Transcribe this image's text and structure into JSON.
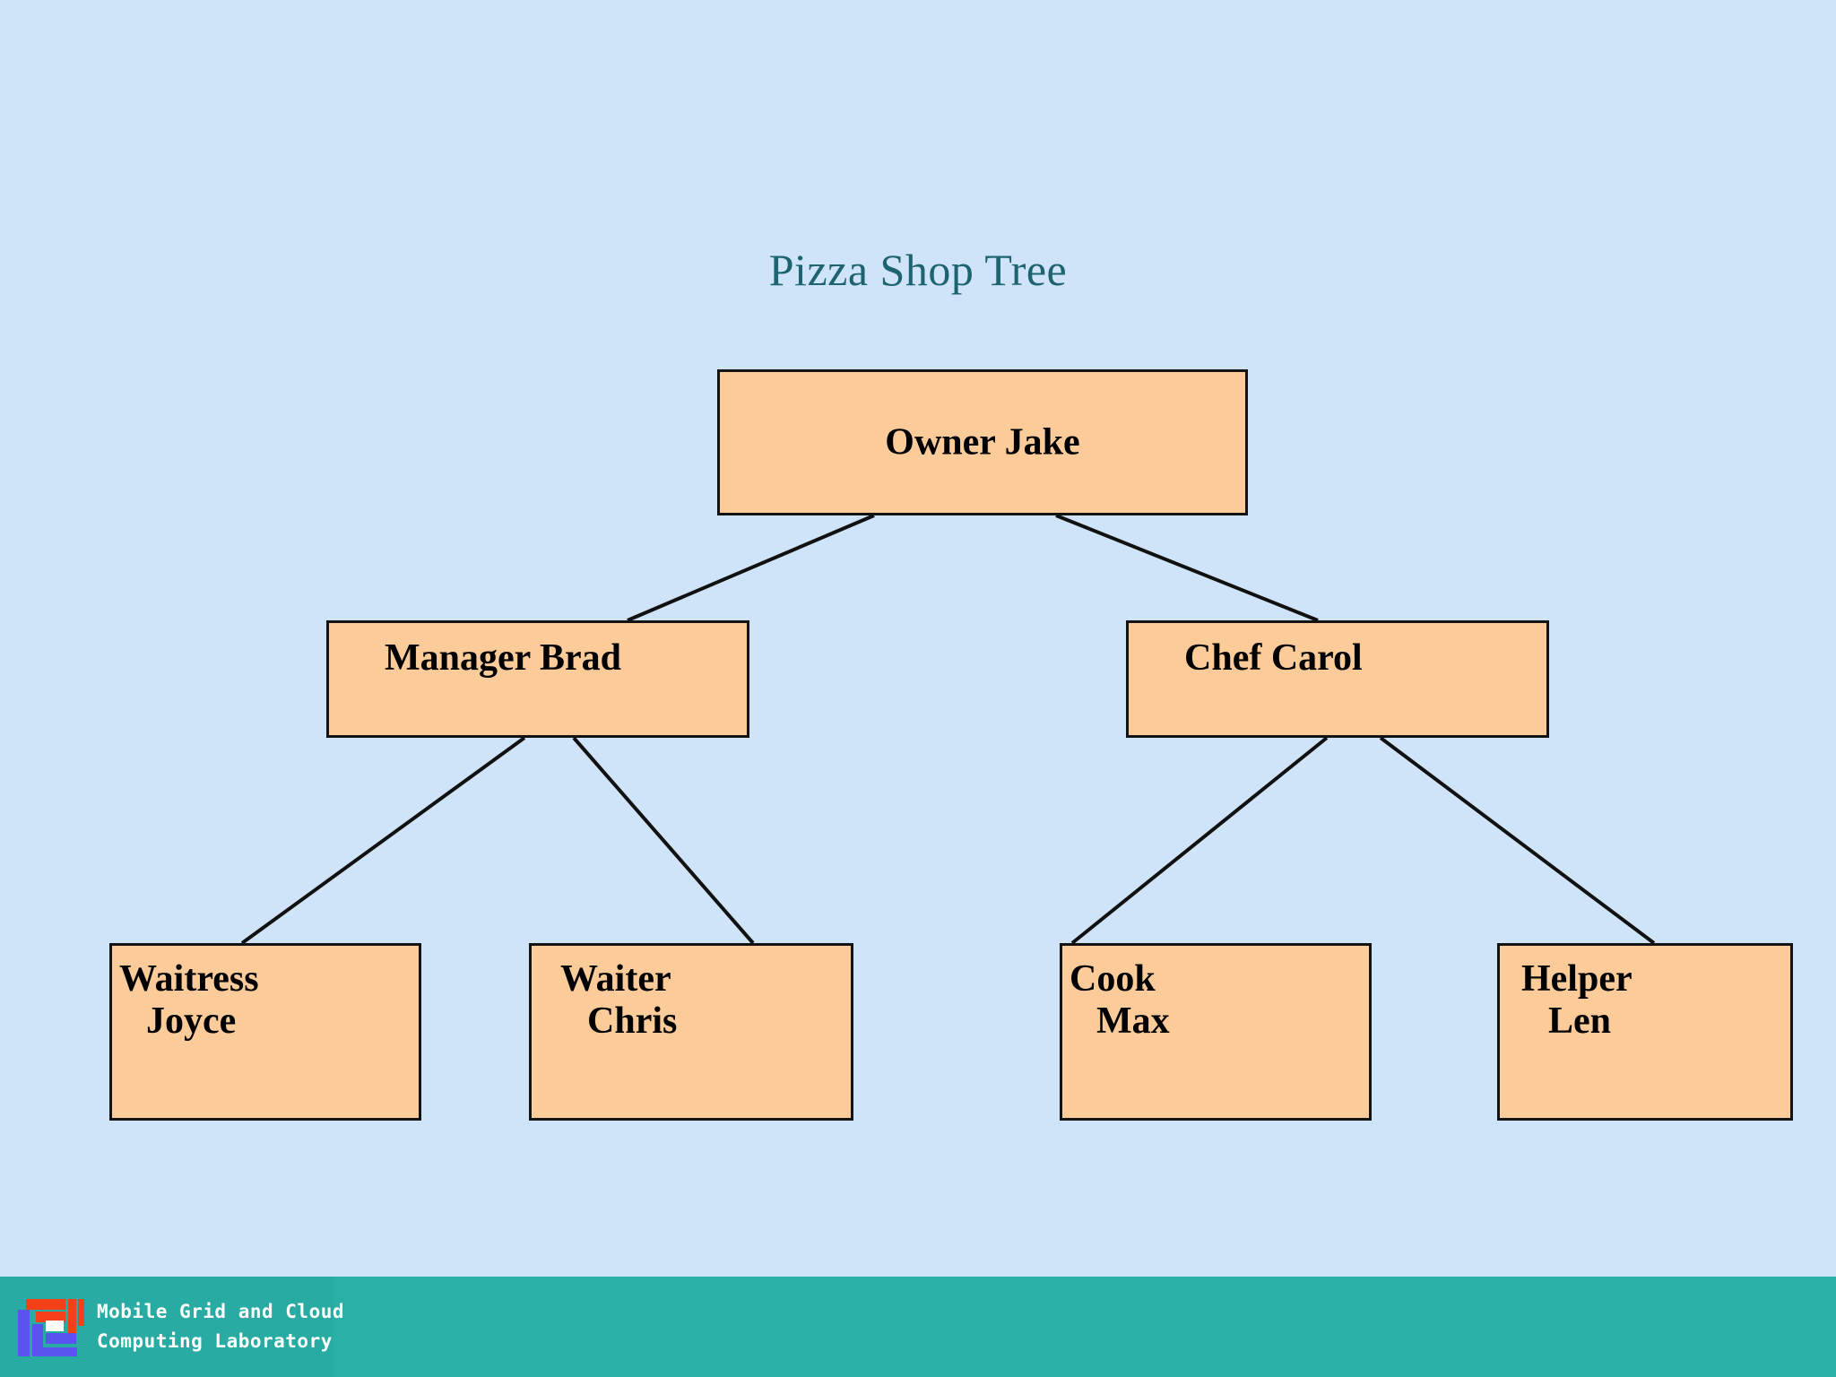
{
  "page": {
    "background_color": "#cfe4f9",
    "title": "Pizza Shop Tree",
    "title_color": "#1e6470"
  },
  "diagram": {
    "type": "tree",
    "node_fill": "#fbcb9a",
    "node_border": "#131313",
    "edge_color": "#111111",
    "nodes": [
      {
        "id": "root",
        "line1": "Owner Jake",
        "line2": "",
        "level": 0
      },
      {
        "id": "manager",
        "line1": "Manager Brad",
        "line2": "",
        "level": 1
      },
      {
        "id": "chef",
        "line1": "Chef Carol",
        "line2": "",
        "level": 1
      },
      {
        "id": "waitress",
        "line1": "Waitress",
        "line2": "Joyce",
        "level": 2
      },
      {
        "id": "waiter",
        "line1": "Waiter",
        "line2": "Chris",
        "level": 2
      },
      {
        "id": "cook",
        "line1": "Cook",
        "line2": "Max",
        "level": 2
      },
      {
        "id": "helper",
        "line1": "Helper",
        "line2": "Len",
        "level": 2
      }
    ],
    "edges": [
      {
        "from": "root",
        "to": "manager"
      },
      {
        "from": "root",
        "to": "chef"
      },
      {
        "from": "manager",
        "to": "waitress"
      },
      {
        "from": "manager",
        "to": "waiter"
      },
      {
        "from": "chef",
        "to": "cook"
      },
      {
        "from": "chef",
        "to": "helper"
      }
    ]
  },
  "footer": {
    "background_color": "#2bb0a8",
    "logo_name": "mobile-grid-cloud-logo",
    "line1": "Mobile Grid and Cloud",
    "line2": "Computing Laboratory"
  }
}
